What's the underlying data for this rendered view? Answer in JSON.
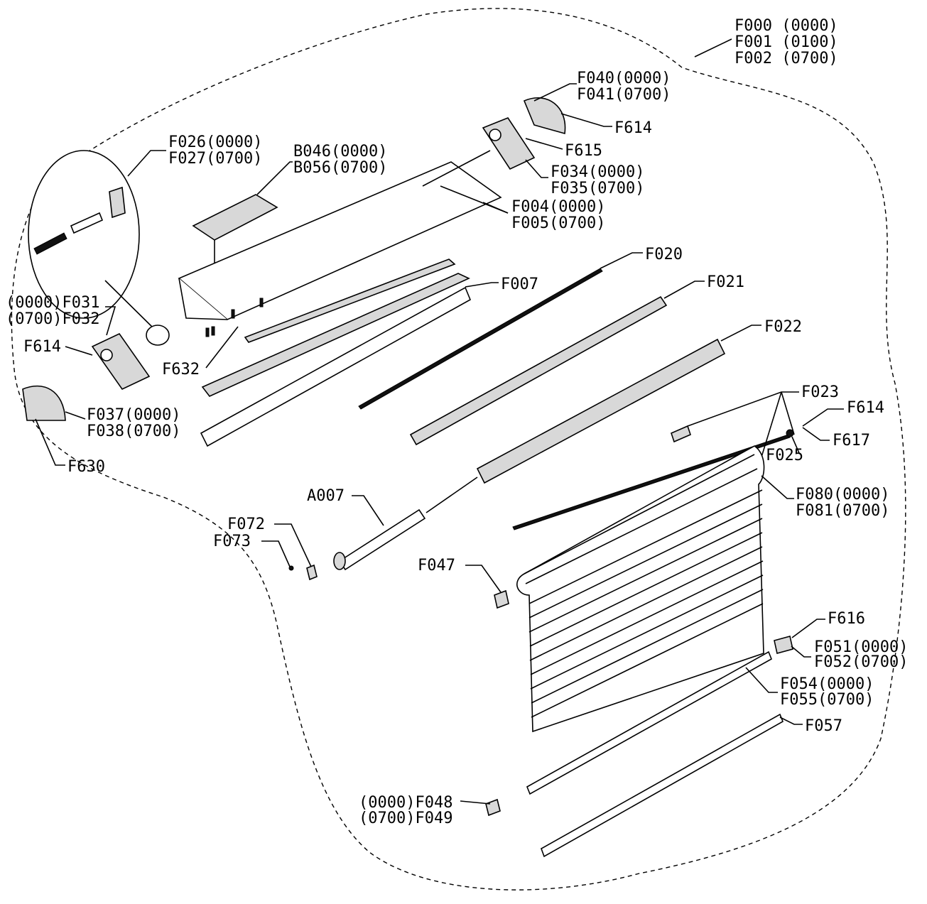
{
  "labels": {
    "f000": "F000 (0000)",
    "f001": "F001 (0100)",
    "f002": "F002 (0700)",
    "f040": "F040(0000)",
    "f041": "F041(0700)",
    "f614_top": "F614",
    "f615": "F615",
    "f034": "F034(0000)",
    "f035": "F035(0700)",
    "f026": "F026(0000)",
    "f027": "F027(0700)",
    "b046": "B046(0000)",
    "b056": "B056(0700)",
    "f004": "F004(0000)",
    "f005": "F005(0700)",
    "f020": "F020",
    "f021": "F021",
    "f007": "F007",
    "f031": "(0000)F031",
    "f032": "(0700)F032",
    "f614_left": "F614",
    "f632": "F632",
    "f022": "F022",
    "f037": "F037(0000)",
    "f038": "F038(0700)",
    "f630": "F630",
    "f023": "F023",
    "f614_right": "F614",
    "f617": "F617",
    "f025": "F025",
    "f080": "F080(0000)",
    "f081": "F081(0700)",
    "a007": "A007",
    "f072": "F072",
    "f073": "F073",
    "f047": "F047",
    "f616": "F616",
    "f051": "F051(0000)",
    "f052": "F052(0700)",
    "f054": "F054(0000)",
    "f055": "F055(0700)",
    "f057": "F057",
    "f048": "(0000)F048",
    "f049": "(0700)F049"
  }
}
